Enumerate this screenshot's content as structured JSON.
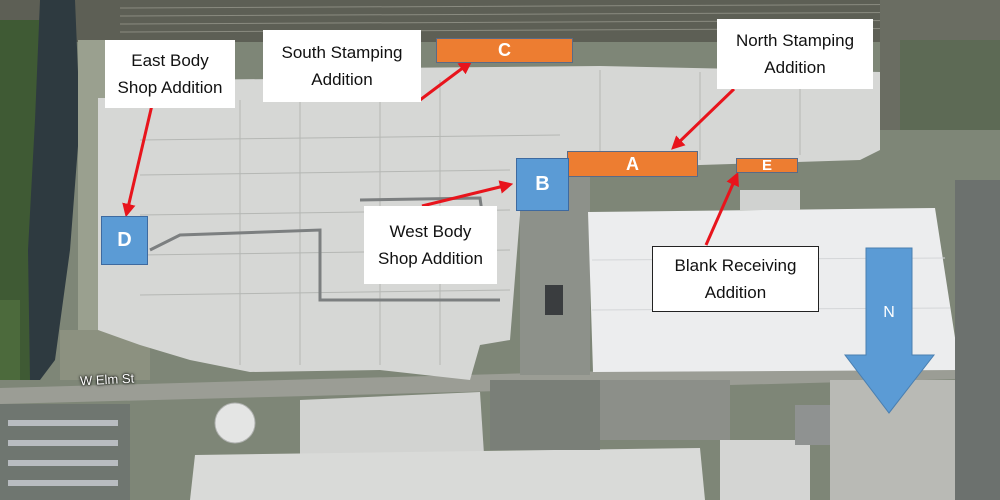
{
  "labels": {
    "east_body": "East Body\nShop Addition",
    "south_stamping": "South Stamping\nAddition",
    "north_stamping": "North Stamping\nAddition",
    "west_body": "West Body\nShop Addition",
    "blank_receiving": "Blank Receiving\nAddition"
  },
  "zones": {
    "a": "A",
    "b": "B",
    "c": "C",
    "d": "D",
    "e": "E"
  },
  "road": "W Elm St",
  "north": "N",
  "colors": {
    "orange_zone": "#ed7d31",
    "blue_zone": "#5b9bd5",
    "arrow": "#e8141c",
    "north_arrow": "#5b9bd5"
  }
}
